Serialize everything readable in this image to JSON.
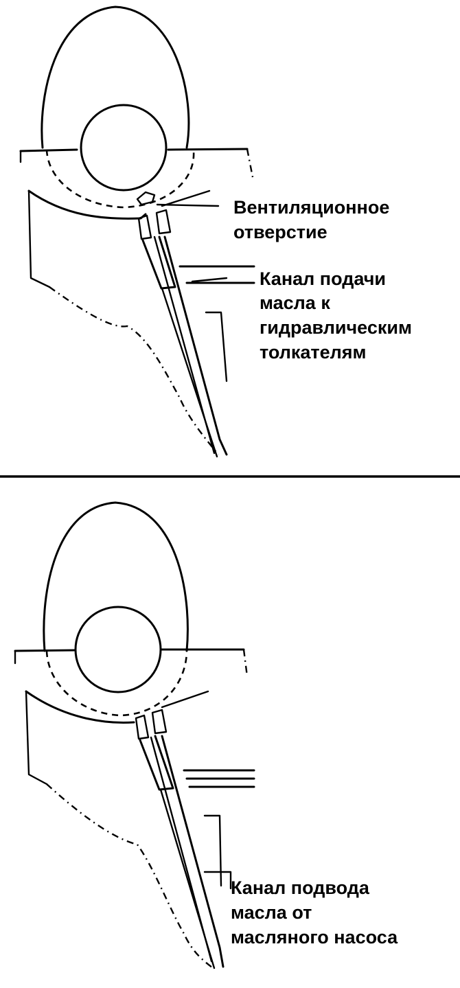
{
  "top_view": {
    "callouts": {
      "vent_hole": {
        "lines": [
          "Вентиляционное",
          "отверстие"
        ]
      },
      "feed_channel": {
        "lines": [
          "Канал подачи",
          "масла к",
          "гидравлическим",
          "толкателям"
        ]
      }
    }
  },
  "bottom_view": {
    "callouts": {
      "supply_channel": {
        "lines": [
          "Канал подвода",
          "масла от",
          "масляного насоса"
        ]
      }
    }
  }
}
